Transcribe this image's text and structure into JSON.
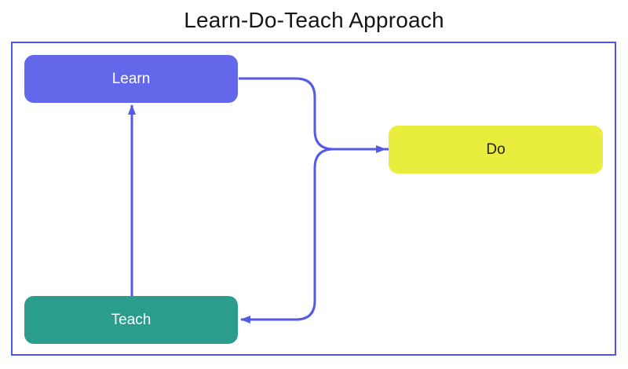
{
  "title": "Learn-Do-Teach Approach",
  "diagram": {
    "nodes": [
      {
        "id": "learn",
        "label": "Learn",
        "fill": "#6268e9",
        "text_color": "#ffffff"
      },
      {
        "id": "do",
        "label": "Do",
        "fill": "#e9ee3e",
        "text_color": "#1f1f1f"
      },
      {
        "id": "teach",
        "label": "Teach",
        "fill": "#2a9d8c",
        "text_color": "#ffffff"
      }
    ],
    "edges": [
      {
        "from": "learn",
        "to": "do"
      },
      {
        "from": "do",
        "to": "teach"
      },
      {
        "from": "teach",
        "to": "learn"
      }
    ],
    "colors": {
      "connector": "#5459e7",
      "frame_border": "#5055e5",
      "title_text": "#161616"
    }
  }
}
